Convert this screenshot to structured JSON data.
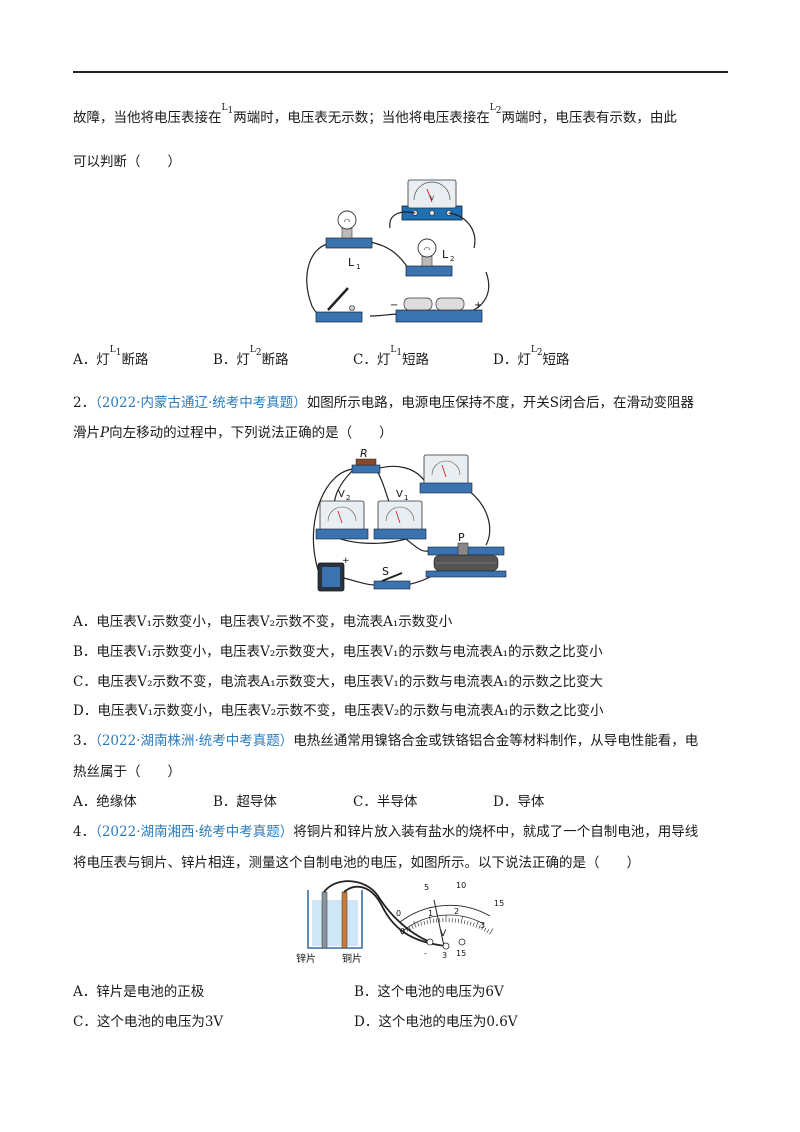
{
  "q1": {
    "line1_a": "故障，当他将电压表接在",
    "l1": "L",
    "l1_sub": "1",
    "line1_b": "两端时，电压表无示数；当他将电压表接在",
    "l2": "L",
    "l2_sub": "2",
    "line1_c": "两端时，电压表有示数，由此",
    "line2": "可以判断（　　）",
    "fig_labels": {
      "L1": "L",
      "L1_sub": "1",
      "L2": "L",
      "L2_sub": "2",
      "minus": "−",
      "plus": "+",
      "meter": "V"
    },
    "options": [
      {
        "letter": "A．",
        "pre": "灯",
        "L": "L",
        "sub": "1",
        "post": "断路"
      },
      {
        "letter": "B．",
        "pre": "灯",
        "L": "L",
        "sub": "2",
        "post": "断路"
      },
      {
        "letter": "C．",
        "pre": "灯",
        "L": "L",
        "sub": "1",
        "post": "短路"
      },
      {
        "letter": "D．",
        "pre": "灯",
        "L": "L",
        "sub": "2",
        "post": "短路"
      }
    ]
  },
  "q2": {
    "num": "2．",
    "source": "（2022·内蒙古通辽·统考中考真题）",
    "line1": "如图所示电路，电源电压保持不度，开关S闭合后，在滑动变阻器",
    "line2_a": "滑片",
    "line2_p": "P",
    "line2_b": "向左移动的过程中，下列说法正确的是（　　）",
    "fig_labels": {
      "R": "R",
      "V2": "V",
      "V2_sub": "2",
      "V1": "V",
      "V1_sub": "1",
      "P": "P",
      "S": "S",
      "plus": "+"
    },
    "options": [
      {
        "letter": "A．",
        "text": "电压表V₁示数变小，电压表V₂示数不变，电流表A₁示数变小"
      },
      {
        "letter": "B．",
        "text": "电压表V₁示数变小，电压表V₂示数变大，电压表V₁的示数与电流表A₁的示数之比变小"
      },
      {
        "letter": "C．",
        "text": "电压表V₂示数不变，电流表A₁示数变大，电压表V₁的示数与电流表A₁的示数之比变大"
      },
      {
        "letter": "D．",
        "text": "电压表V₁示数变小，电压表V₂示数不变，电压表V₂的示数与电流表A₁的示数之比变小"
      }
    ]
  },
  "q3": {
    "num": "3．",
    "source": "（2022·湖南株洲·统考中考真题）",
    "line1": "电热丝通常用镍铬合金或铁铬铝合金等材料制作，从导电性能看，电",
    "line2": "热丝属于（　　）",
    "options": [
      {
        "letter": "A．",
        "text": "绝缘体"
      },
      {
        "letter": "B．",
        "text": "超导体"
      },
      {
        "letter": "C．",
        "text": "半导体"
      },
      {
        "letter": "D．",
        "text": "导体"
      }
    ]
  },
  "q4": {
    "num": "4．",
    "source": "（2022·湖南湘西·统考中考真题）",
    "line1": "将铜片和锌片放入装有盐水的烧杯中，就成了一个自制电池，用导线",
    "line2": "将电压表与铜片、锌片相连，测量这个自制电池的电压，如图所示。以下说法正确的是（　　）",
    "fig_labels": {
      "zinc": "锌片",
      "copper": "铜片",
      "V": "V",
      "outer_ticks": [
        "0",
        "5",
        "10",
        "15"
      ],
      "inner_ticks": [
        "0",
        "1",
        "2",
        "3"
      ],
      "terminals": [
        "-",
        "3",
        "15"
      ]
    },
    "options": [
      {
        "letter": "A．",
        "text": "锌片是电池的正极"
      },
      {
        "letter": "B．",
        "text": "这个电池的电压为6V"
      },
      {
        "letter": "C．",
        "text": "这个电池的电压为3V"
      },
      {
        "letter": "D．",
        "text": "这个电池的电压为0.6V"
      }
    ]
  }
}
